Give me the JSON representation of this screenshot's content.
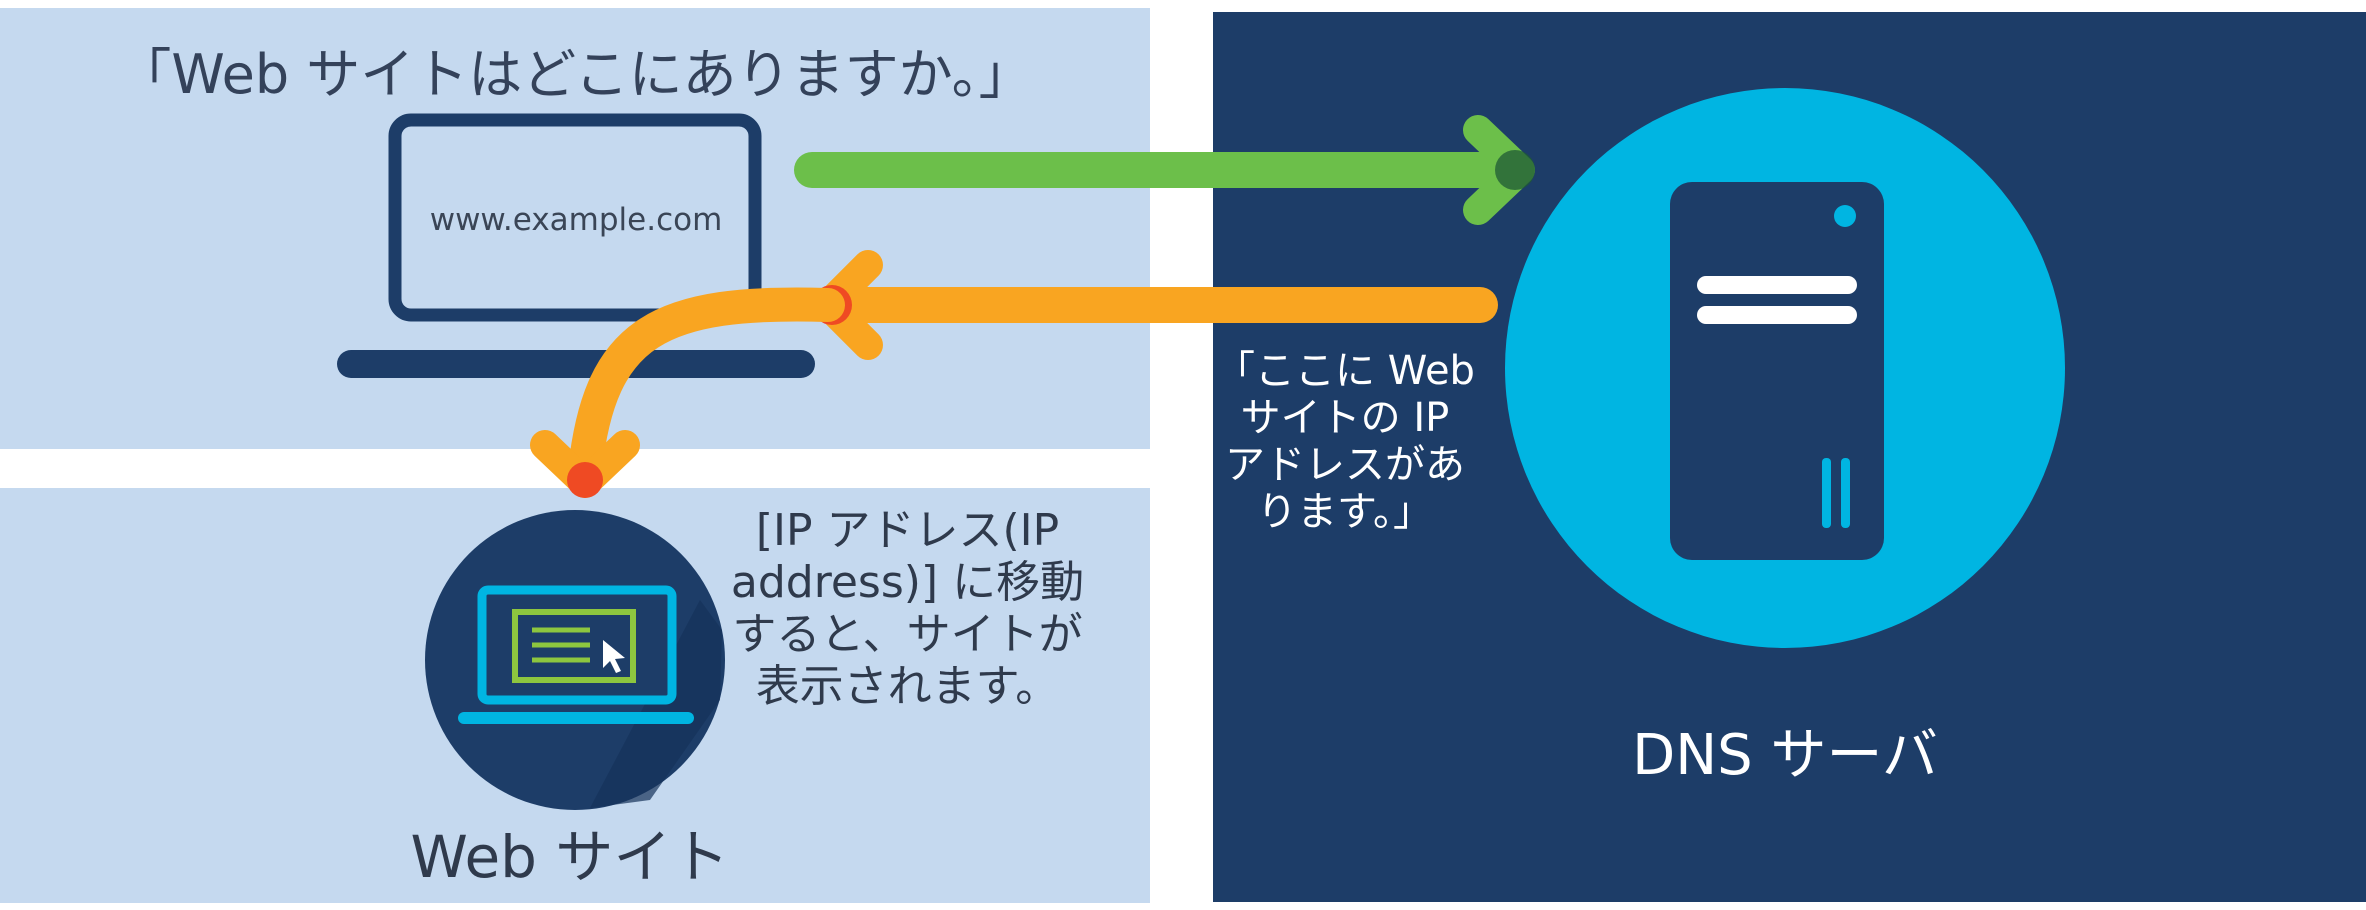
{
  "query_bubble": "「Web サイトはどこにありますか。」",
  "browser_url": "www.example.com",
  "answer_bubble": [
    "「ここに Web",
    "サイトの IP",
    "アドレスがあ",
    "ります。」"
  ],
  "note": [
    "[IP アドレス(IP",
    "address)] に移動",
    "すると、サイトが",
    "表示されます。"
  ],
  "website_label": "Web サイト",
  "dns_label": "DNS サーバ",
  "colors": {
    "panel_light": "#c5d9ef",
    "panel_dark": "#1d3d68",
    "request_arrow": "#6cbf4a",
    "response_arrow": "#f9a521",
    "server_circle": "#00b5e2",
    "laptop_navy": "#1d3d68"
  },
  "icons": [
    "laptop-icon",
    "website-laptop-icon",
    "cursor-icon",
    "server-icon"
  ]
}
